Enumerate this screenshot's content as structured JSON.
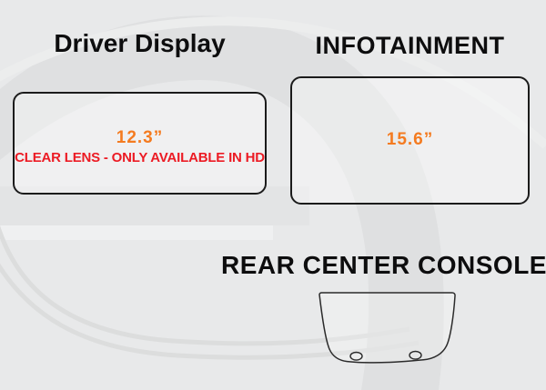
{
  "colors": {
    "background": "#e8e9ea",
    "watermark_dark": "#dfe0e1",
    "watermark_light": "#f0f1f2",
    "panel_border": "#1b1b1b",
    "size_label_orange": "#f47b20",
    "note_red": "#ec1b24",
    "title_text": "#0d0d0e"
  },
  "sections": {
    "driver_display": {
      "title": "Driver Display",
      "size_label": "12.3”",
      "note": "CLEAR LENS - ONLY AVAILABLE IN HD"
    },
    "infotainment": {
      "title": "INFOTAINMENT",
      "size_label": "15.6”"
    },
    "rear_center_console": {
      "title": "REAR CENTER CONSOLE"
    }
  }
}
